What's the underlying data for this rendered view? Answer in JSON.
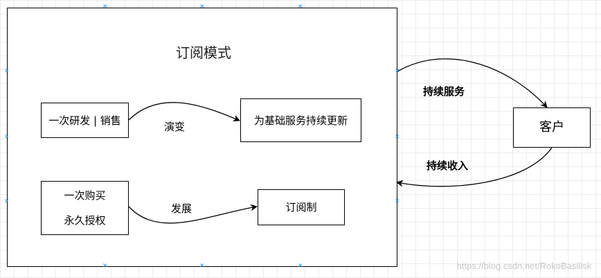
{
  "diagram": {
    "title": "订阅模式",
    "nodes": {
      "one_time_dev_sales": "一次研发 | 销售",
      "continuous_update": "为基础服务持续更新",
      "one_time_purchase_line1": "一次购买",
      "one_time_purchase_line2": "永久授权",
      "subscription": "订阅制",
      "customer": "客户"
    },
    "edges": {
      "evolve": "演变",
      "develop": "发展",
      "continuous_service": "持续服务",
      "continuous_income": "持续收入"
    },
    "watermark": "https://blog.csdn.net/RokoBasilisk"
  }
}
